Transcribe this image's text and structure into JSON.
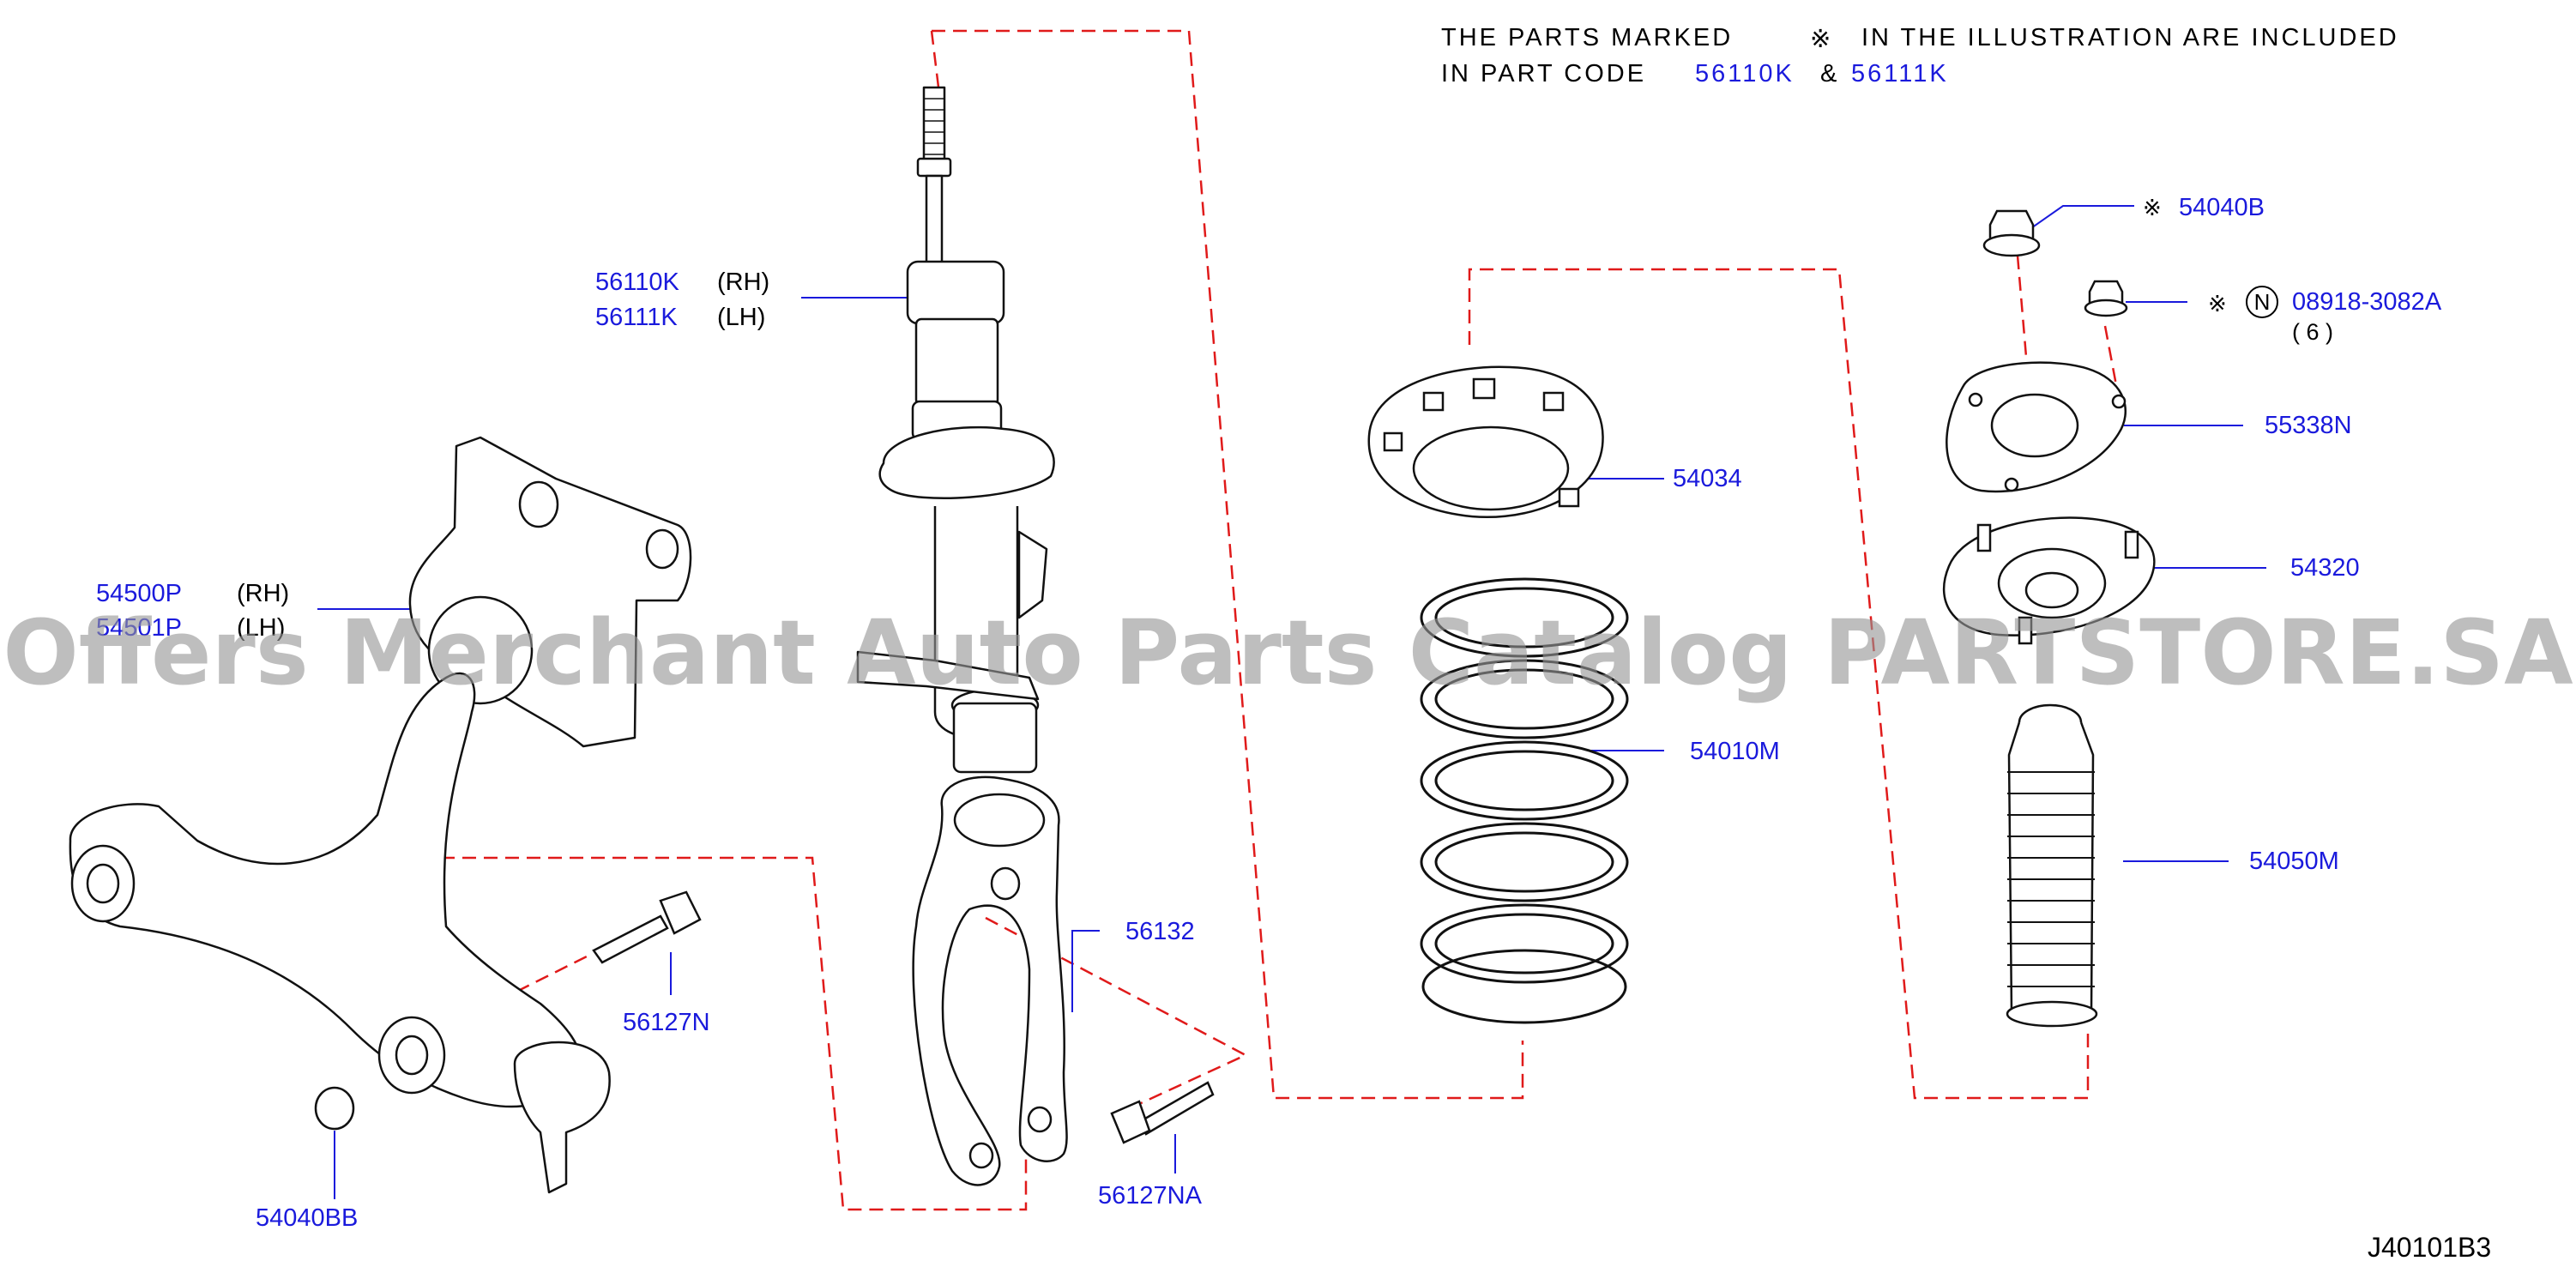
{
  "note": {
    "line1_a": "THE PARTS MARKED",
    "line1_mark": "※",
    "line1_b": "IN THE ILLUSTRATION ARE INCLUDED",
    "line2_a": "IN PART CODE",
    "line2_code1": "56110K",
    "line2_amp": "&",
    "line2_code2": "56111K"
  },
  "parts": {
    "strut_rh": {
      "code": "56110K",
      "side": "(RH)"
    },
    "strut_lh": {
      "code": "56111K",
      "side": "(LH)"
    },
    "knuckle_rh": {
      "code": "54500P",
      "side": "(RH)"
    },
    "knuckle_lh": {
      "code": "54501P",
      "side": "(LH)"
    },
    "seat": {
      "code": "54034"
    },
    "spring": {
      "code": "54010M"
    },
    "nut_top": {
      "mark": "※",
      "code": "54040B"
    },
    "nut_side": {
      "mark": "※",
      "badge": "N",
      "code": "08918-3082A",
      "qty": "( 6 )"
    },
    "plate": {
      "code": "55338N"
    },
    "mount": {
      "code": "54320"
    },
    "bound": {
      "code": "54050M"
    },
    "fork": {
      "code": "56132"
    },
    "bolt_a": {
      "code": "56127N"
    },
    "bolt_b": {
      "code": "56127NA"
    },
    "arm_nut": {
      "code": "54040BB"
    }
  },
  "diagram_id": "J40101B3",
  "watermark": "Offers Merchant Auto Parts Catalog PARTSTORE.SA",
  "colors": {
    "label": "#1a1adc",
    "leader": "#1a1adc",
    "dash": "#e01a1a",
    "line": "#111111"
  }
}
